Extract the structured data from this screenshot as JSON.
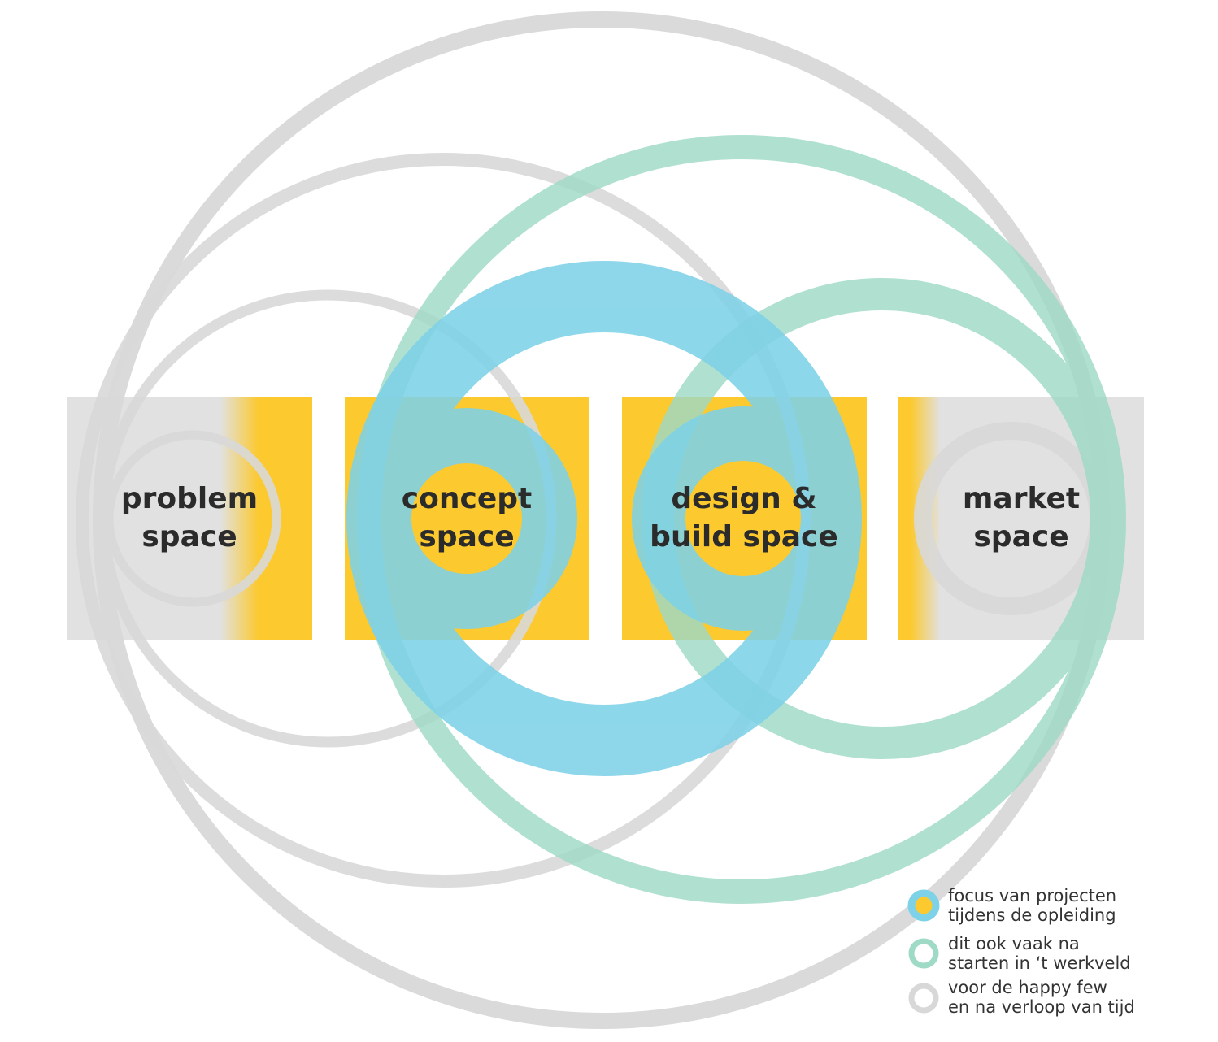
{
  "spaces": [
    {
      "id": "problem",
      "line1": "problem",
      "line2": "space"
    },
    {
      "id": "concept",
      "line1": "concept",
      "line2": "space"
    },
    {
      "id": "design",
      "line1": "design &",
      "line2": "build space"
    },
    {
      "id": "market",
      "line1": "market",
      "line2": "space"
    }
  ],
  "legend": [
    {
      "line1": "focus van projecten",
      "line2": "tijdens de opleiding",
      "icon": "blue-yellow-ring-icon"
    },
    {
      "line1": "dit ook vaak na",
      "line2": "starten in ‘t werkveld",
      "icon": "green-ring-icon"
    },
    {
      "line1": "voor de happy few",
      "line2": "en na verloop van tijd",
      "icon": "gray-ring-icon"
    }
  ],
  "colors": {
    "yellow": "#fcc92f",
    "blue": "#7ed2e8",
    "green": "#9fdac6",
    "gray_ring": "#d8d8d8",
    "gray_panel": "#e1e1e1",
    "text": "#2b2b2b"
  }
}
